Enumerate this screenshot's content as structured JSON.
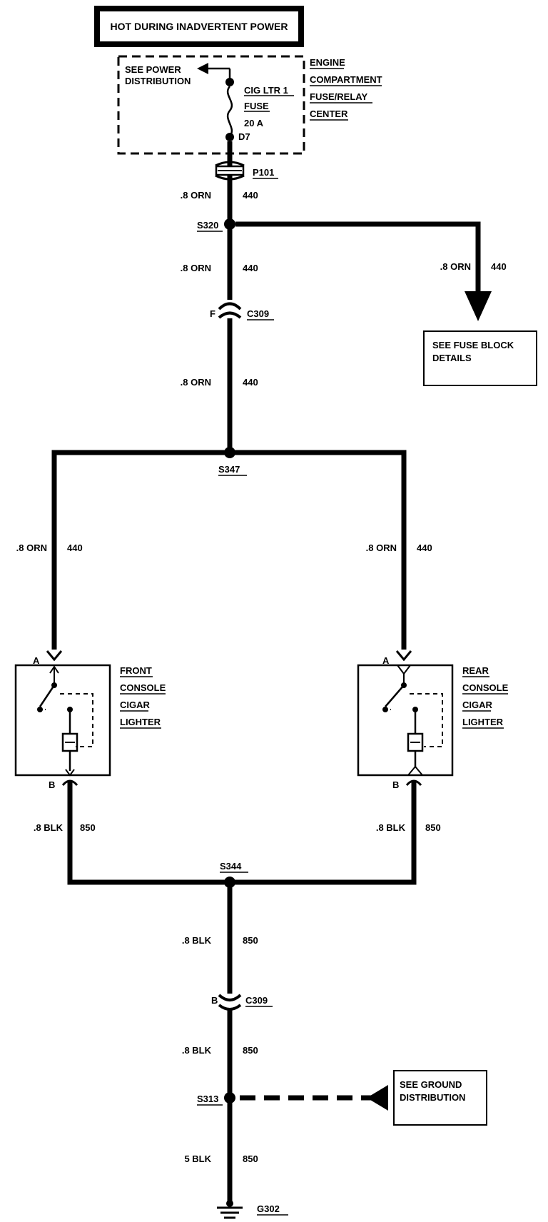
{
  "title": "HOT DURING INADVERTENT POWER",
  "fuse_center": {
    "see_power": [
      "SEE POWER",
      "DISTRIBUTION"
    ],
    "fuse": [
      "CIG LTR 1",
      "FUSE",
      "20 A"
    ],
    "terminal": "D7",
    "name": [
      "ENGINE",
      "COMPARTMENT",
      "FUSE/RELAY",
      "CENTER"
    ]
  },
  "connector_p101": "P101",
  "splices": {
    "s320": "S320",
    "s347": "S347",
    "s344": "S344",
    "s313": "S313"
  },
  "connector_c309_top": {
    "pin": "F",
    "name": "C309"
  },
  "connector_c309_bottom": {
    "pin": "B",
    "name": "C309"
  },
  "wires": {
    "p101_s320": {
      "gauge": ".8 ORN",
      "circuit": "440"
    },
    "s320_c309": {
      "gauge": ".8 ORN",
      "circuit": "440"
    },
    "s320_branch": {
      "gauge": ".8 ORN",
      "circuit": "440"
    },
    "c309_s347": {
      "gauge": ".8 ORN",
      "circuit": "440"
    },
    "front_feed": {
      "gauge": ".8 ORN",
      "circuit": "440"
    },
    "rear_feed": {
      "gauge": ".8 ORN",
      "circuit": "440"
    },
    "front_ground": {
      "gauge": ".8 BLK",
      "circuit": "850"
    },
    "rear_ground": {
      "gauge": ".8 BLK",
      "circuit": "850"
    },
    "s344_c309": {
      "gauge": ".8 BLK",
      "circuit": "850"
    },
    "c309_s313": {
      "gauge": ".8 BLK",
      "circuit": "850"
    },
    "s313_g302": {
      "gauge": "5 BLK",
      "circuit": "850"
    }
  },
  "fuse_block_box": [
    "SEE FUSE BLOCK",
    "DETAILS"
  ],
  "front_lighter": {
    "pin_top": "A",
    "pin_bottom": "B",
    "name": [
      "FRONT",
      "CONSOLE",
      "CIGAR",
      "LIGHTER"
    ]
  },
  "rear_lighter": {
    "pin_top": "A",
    "pin_bottom": "B",
    "name": [
      "REAR",
      "CONSOLE",
      "CIGAR",
      "LIGHTER"
    ]
  },
  "ground_box": [
    "SEE GROUND",
    "DISTRIBUTION"
  ],
  "ground": "G302"
}
